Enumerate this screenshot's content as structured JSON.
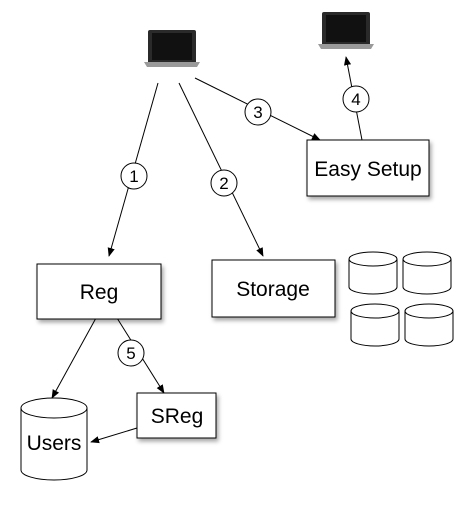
{
  "nodes": {
    "reg": {
      "label": "Reg"
    },
    "storage": {
      "label": "Storage"
    },
    "easy_setup": {
      "label": "Easy Setup"
    },
    "sreg": {
      "label": "SReg"
    },
    "users": {
      "label": "Users"
    }
  },
  "edges": [
    {
      "from": "client-laptop",
      "to": "reg",
      "step": "1"
    },
    {
      "from": "client-laptop",
      "to": "storage",
      "step": "2"
    },
    {
      "from": "client-laptop",
      "to": "easy_setup",
      "step": "3"
    },
    {
      "from": "easy_setup",
      "to": "remote-laptop",
      "step": "4"
    },
    {
      "from": "reg",
      "to": "sreg",
      "step": "5"
    },
    {
      "from": "reg",
      "to": "users",
      "step": ""
    },
    {
      "from": "sreg",
      "to": "users",
      "step": ""
    }
  ],
  "icons": {
    "client": "laptop-icon",
    "remote": "laptop-icon",
    "storage_nodes": "database-icon"
  },
  "colors": {
    "stroke": "#000000",
    "laptop_body": "#2a2a2a",
    "laptop_base": "#9a9a9a"
  }
}
